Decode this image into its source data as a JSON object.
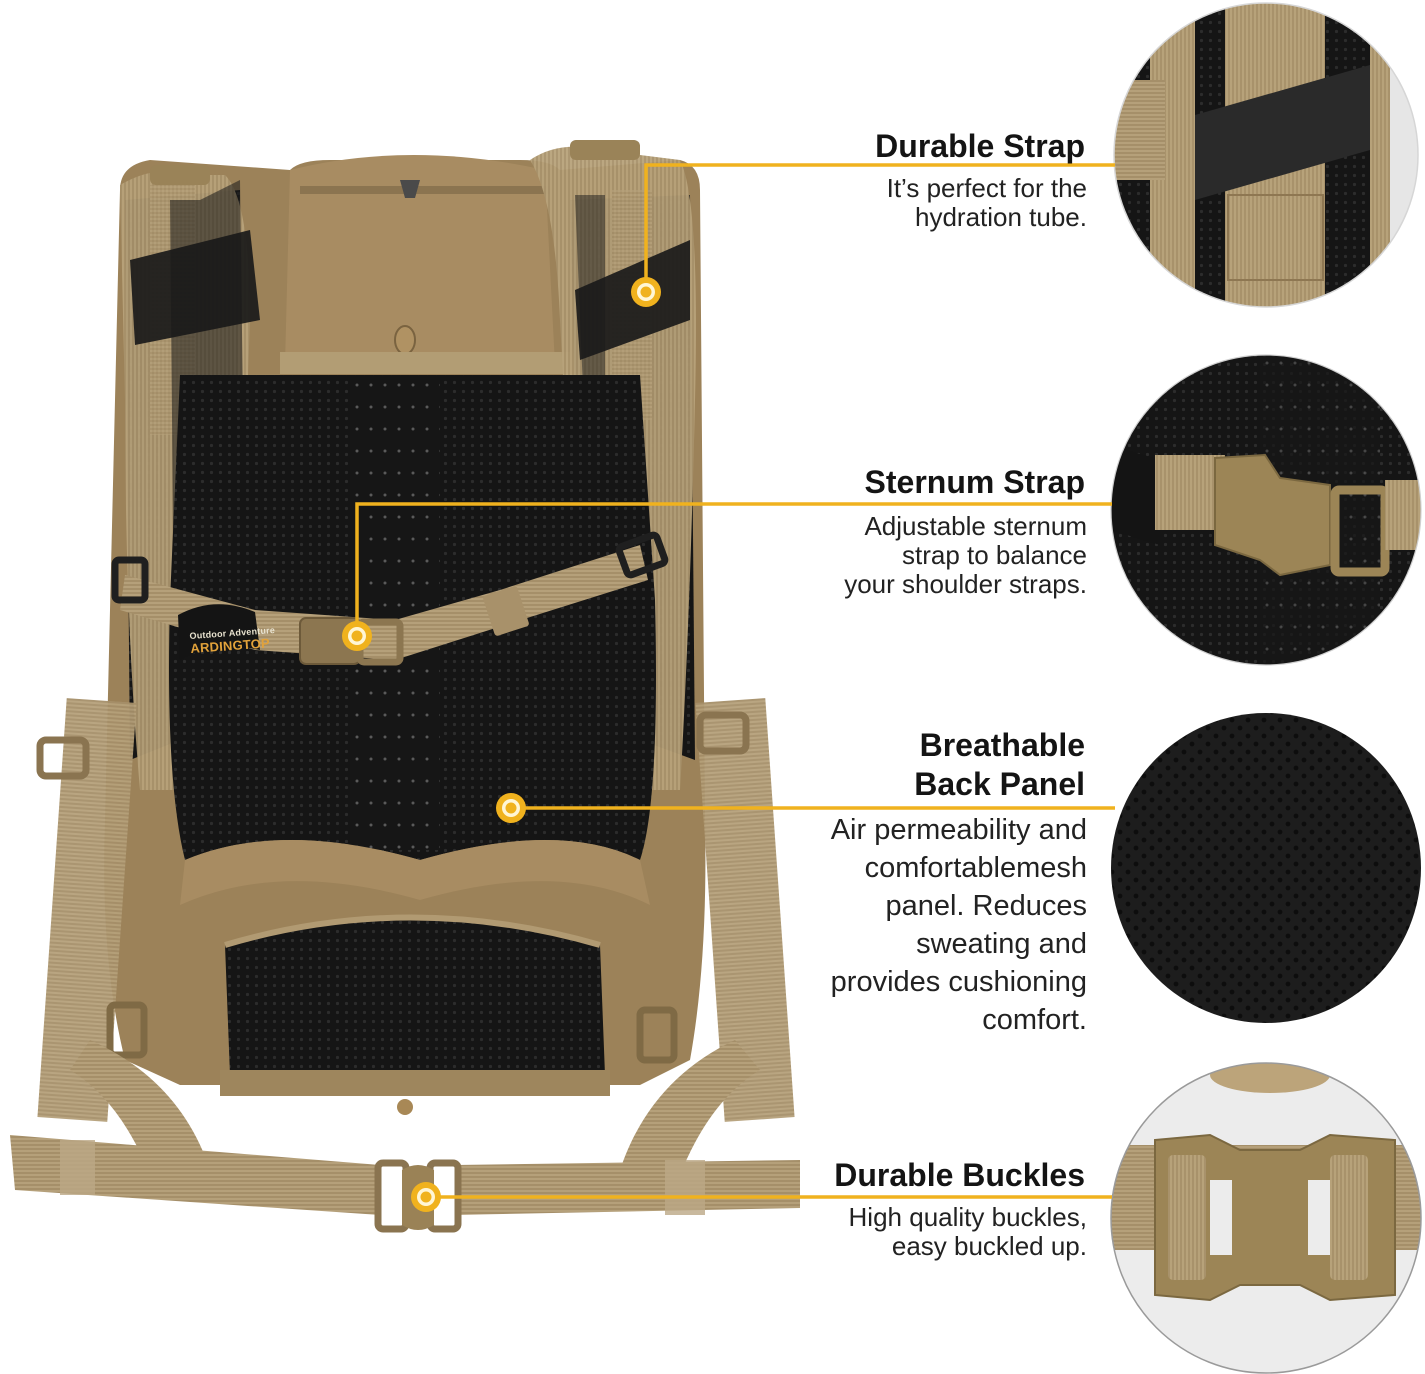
{
  "product": {
    "subject": "Tactical backpack, rear view (back panel and harness)",
    "color_tan": "#b09a70",
    "color_tan_dark": "#8e7752",
    "color_mesh": "#141414",
    "brand_label": {
      "line1": "Outdoor Adventure",
      "line2": "ARDINGTOP"
    }
  },
  "accent_color": "#f0b21e",
  "callouts": [
    {
      "id": "durable-strap",
      "title": "Durable Strap",
      "description": "It’s perfect for the\nhydration tube.",
      "detail_image": "close-up of webbing strap with black elastic band"
    },
    {
      "id": "sternum-strap",
      "title": "Sternum Strap",
      "description": "Adjustable sternum\nstrap to balance\nyour shoulder straps.",
      "detail_image": "close-up of tan sternum buckle on black mesh"
    },
    {
      "id": "back-panel",
      "title": "Breathable\nBack Panel",
      "title_line1": "Breathable",
      "title_line2": "Back Panel",
      "description": "Air permeability and\ncomfortablemesh\npanel. Reduces\nsweating and\nprovides cushioning\ncomfort.",
      "detail_image": "close-up of black air mesh texture"
    },
    {
      "id": "durable-buckles",
      "title": "Durable Buckles",
      "description": "High quality buckles,\neasy buckled up.",
      "detail_image": "close-up of tan waist-belt quick-release buckle"
    }
  ]
}
